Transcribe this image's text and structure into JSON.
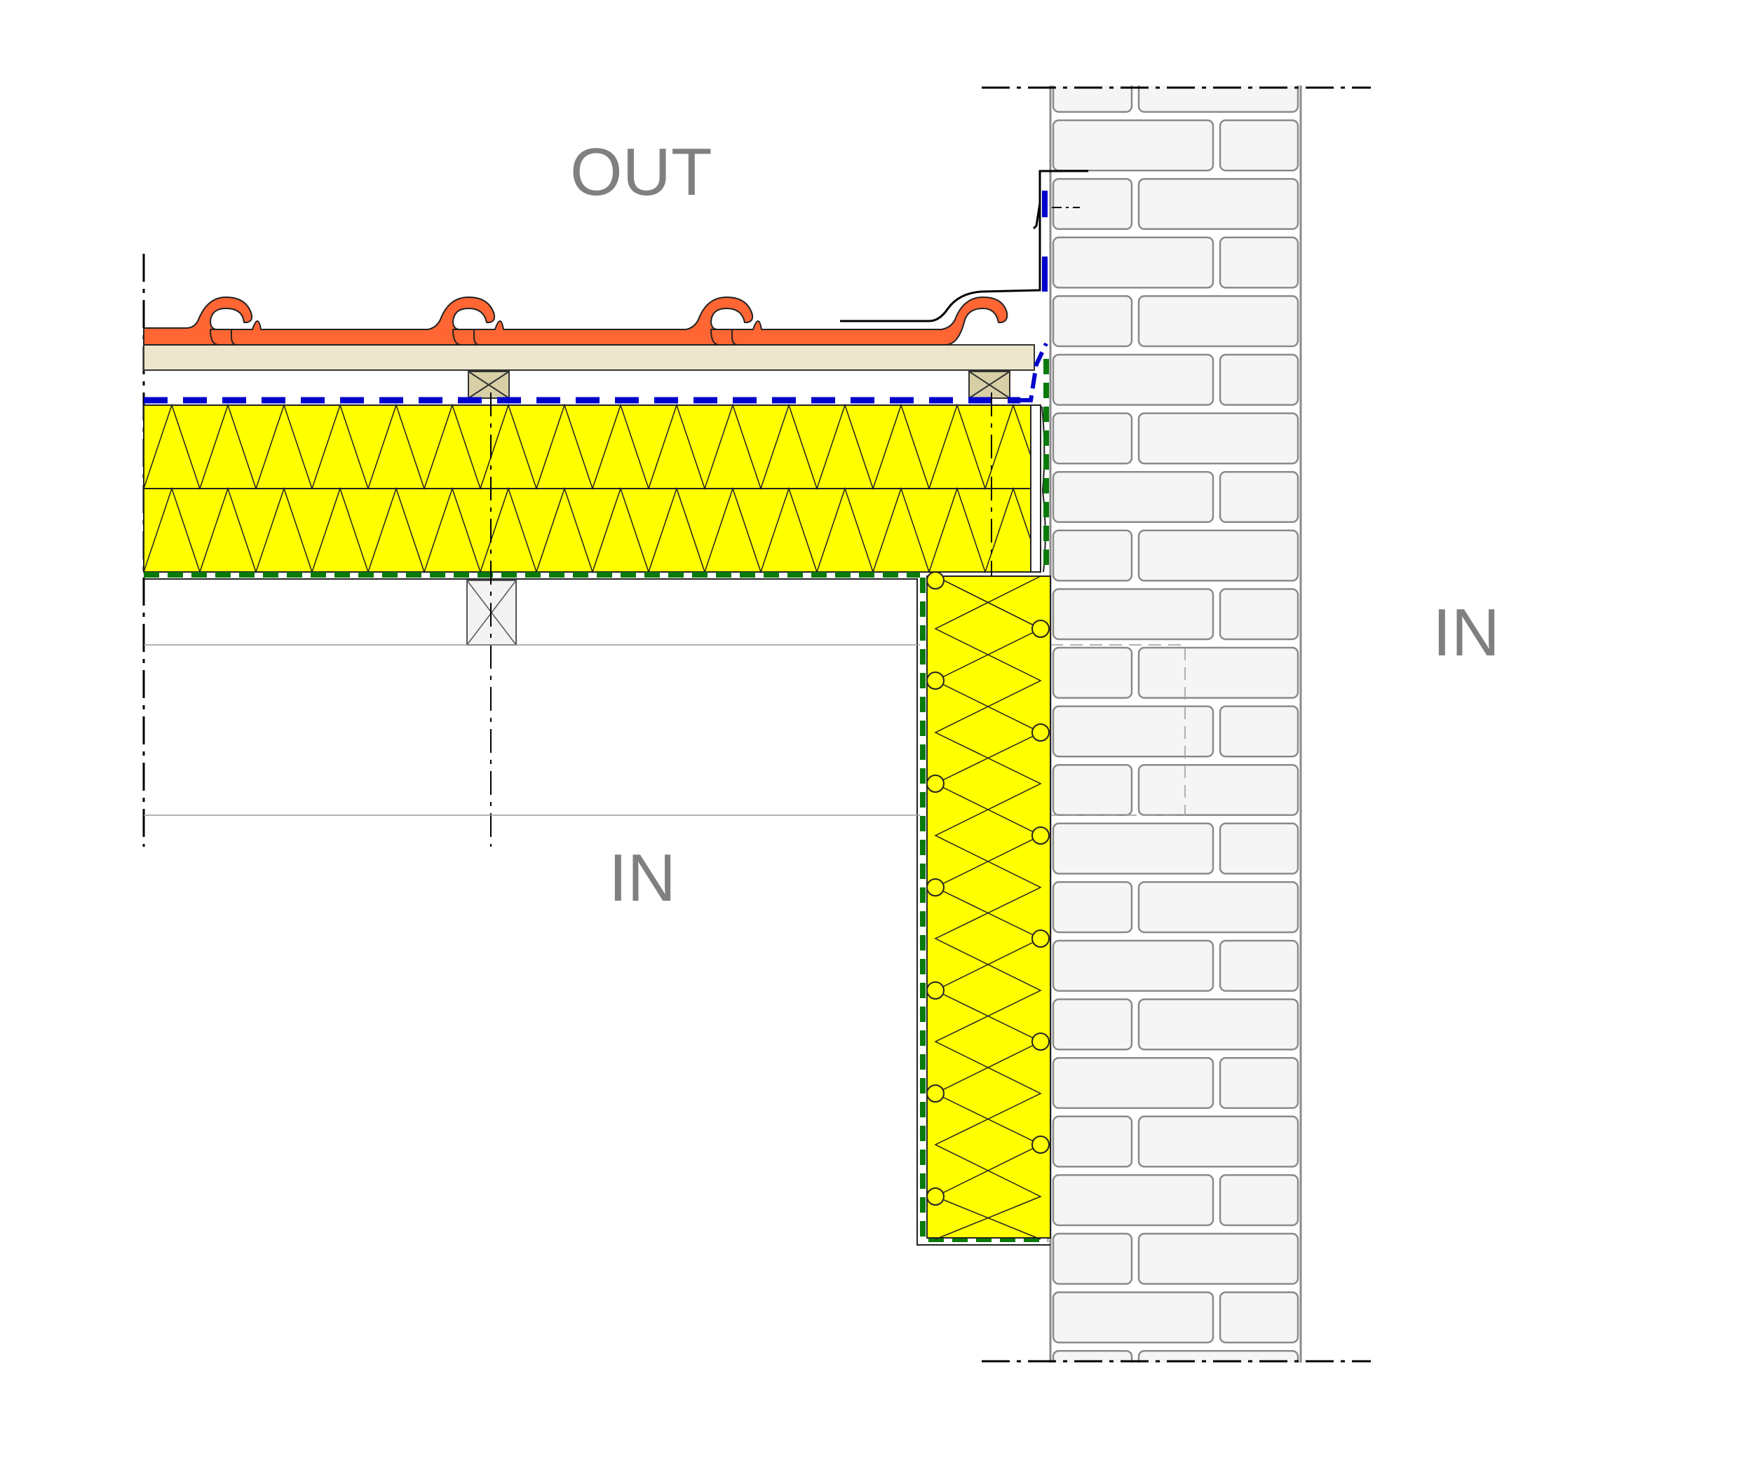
{
  "labels": {
    "outside": "OUT",
    "inside_room": "IN",
    "inside_wall": "IN"
  },
  "colors": {
    "tile": "#ff6633",
    "insulation": "#ffff00",
    "vapour_barrier": "#0a7a0a",
    "membrane": "#0000cc",
    "batten": "#d8cfa6",
    "board": "#ede6cc",
    "brick_fill": "#f5f5f5",
    "brick_line": "#8a8a8a",
    "label_text": "#808080"
  },
  "components": [
    {
      "name": "roof-tiles",
      "icon": "roof-tile"
    },
    {
      "name": "tile-battens",
      "icon": "batten-cross-section"
    },
    {
      "name": "sheathing-board",
      "icon": "board"
    },
    {
      "name": "breather-membrane",
      "icon": "dashed-blue-line"
    },
    {
      "name": "rafter-insulation",
      "icon": "mineral-wool-zigzag"
    },
    {
      "name": "vapour-control-layer",
      "icon": "dashed-green-line"
    },
    {
      "name": "rafters",
      "icon": "timber-cross-section"
    },
    {
      "name": "wall-insulation",
      "icon": "insulation-with-circles"
    },
    {
      "name": "flashing",
      "icon": "metal-flashing"
    },
    {
      "name": "brick-wall",
      "icon": "brick-masonry"
    }
  ]
}
